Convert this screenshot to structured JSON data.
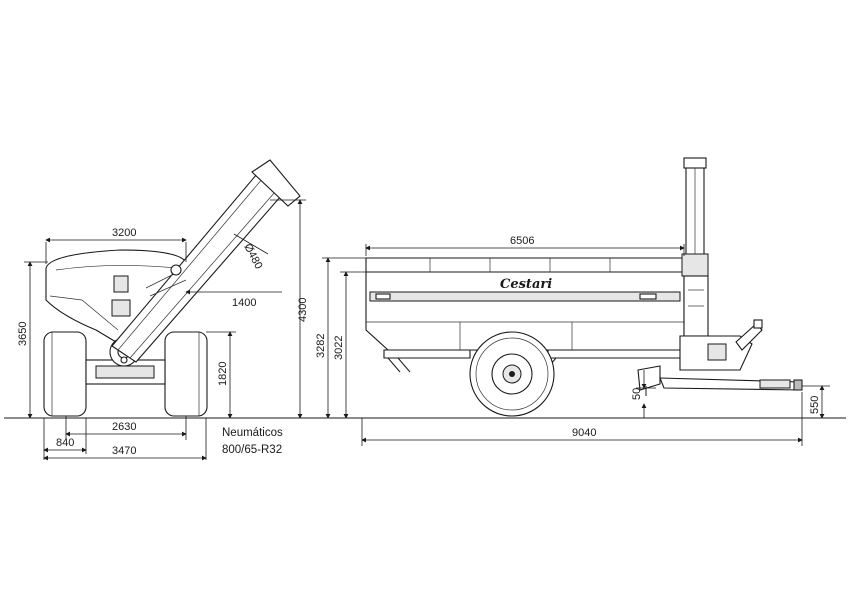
{
  "dimensions": {
    "d3200": "3200",
    "d480": "Ø480",
    "d1400": "1400",
    "d4300": "4300",
    "d3650": "3650",
    "d1820": "1820",
    "d2630": "2630",
    "d840": "840",
    "d3470": "3470",
    "d6506": "6506",
    "d3282": "3282",
    "d3022": "3022",
    "d50": "50",
    "d550": "550",
    "d9040": "9040"
  },
  "tires": {
    "label": "Neumáticos",
    "spec": "800/65-R32"
  },
  "brand": "Cestari"
}
